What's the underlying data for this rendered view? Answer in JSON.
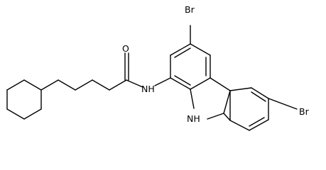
{
  "structure": {
    "atom_labels": {
      "br_top": "Br",
      "br_right": "Br",
      "nh_amide": "NH",
      "nh_ring": "NH",
      "o_carbonyl": "O"
    },
    "colors": {
      "bond": "#000000",
      "text": "#000000",
      "background": "#ffffff"
    }
  }
}
